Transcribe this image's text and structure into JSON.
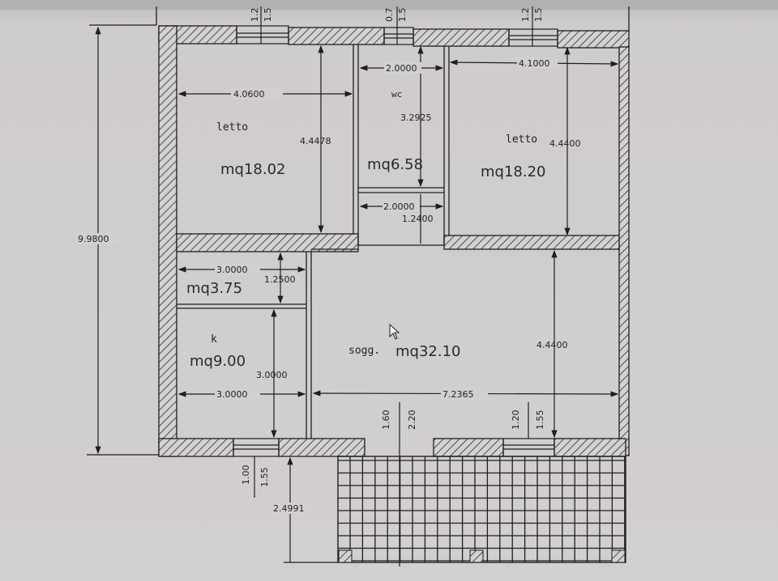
{
  "drawing": {
    "overall_height_dim": "9.9800",
    "terrace_depth_dim": "2.4991",
    "window_top_left": {
      "h1": "1.2",
      "h2": "1.5"
    },
    "window_top_wc": {
      "h1": "0.7",
      "h2": "1.5"
    },
    "window_top_right": {
      "h1": "1.2",
      "h2": "1.5"
    },
    "window_bottom_left": {
      "h1": "1.00",
      "h2": "1.55"
    },
    "door_bottom_main": {
      "h1": "1.60",
      "h2": "2.20"
    },
    "window_bottom_right": {
      "h1": "1.20",
      "h2": "1.55"
    }
  },
  "rooms": {
    "bedroom1": {
      "label": "letto",
      "area": "mq18.02",
      "width": "4.0600",
      "depth": "4.4478"
    },
    "wc": {
      "label": "wc",
      "area": "mq6.58",
      "width": "2.0000",
      "depth": "3.2925"
    },
    "wc_hall": {
      "width": "2.0000",
      "depth": "1.2400"
    },
    "bedroom2": {
      "label": "letto",
      "area": "mq18.20",
      "width": "4.1000",
      "depth": "4.4400"
    },
    "storage": {
      "area": "mq3.75",
      "width": "3.0000",
      "depth": "1.2500"
    },
    "kitchen": {
      "label": "k",
      "area": "mq9.00",
      "width": "3.0000",
      "depth": "3.0000"
    },
    "living": {
      "label": "sogg.",
      "area": "mq32.10",
      "width": "7.2365",
      "depth": "4.4400"
    }
  },
  "colors": {
    "line": "#1e1e1e",
    "paper": "#d2cfd0",
    "hatch": "#2a2a2a"
  }
}
